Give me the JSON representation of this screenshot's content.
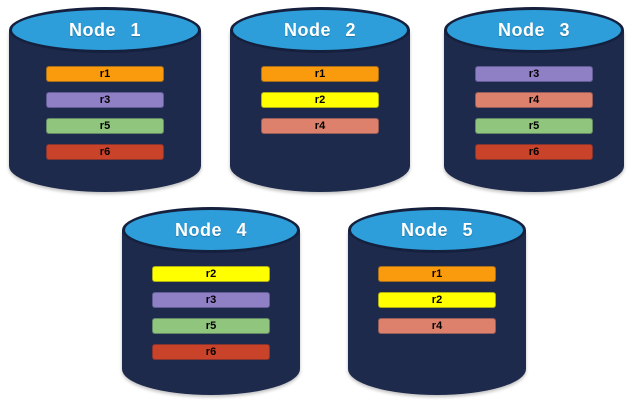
{
  "diagram": {
    "description_labels": []
  },
  "colors": {
    "cylinder_body": "#1E2A4C",
    "cylinder_top": "#2D9ED9",
    "cylinder_outline": "#15203E",
    "replica_colors": {
      "r1": "#F99B0C",
      "r2": "#FFFF00",
      "r3": "#8F80C6",
      "r4": "#DD806C",
      "r5": "#90C57E",
      "r6": "#C9432A"
    }
  },
  "nodes": [
    {
      "label": "Node 1",
      "replicas": [
        "r1",
        "r3",
        "r5",
        "r6"
      ]
    },
    {
      "label": "Node 2",
      "replicas": [
        "r1",
        "r2",
        "r4"
      ]
    },
    {
      "label": "Node 3",
      "replicas": [
        "r3",
        "r4",
        "r5",
        "r6"
      ]
    },
    {
      "label": "Node 4",
      "replicas": [
        "r2",
        "r3",
        "r5",
        "r6"
      ]
    },
    {
      "label": "Node 5",
      "replicas": [
        "r1",
        "r2",
        "r4"
      ]
    }
  ]
}
